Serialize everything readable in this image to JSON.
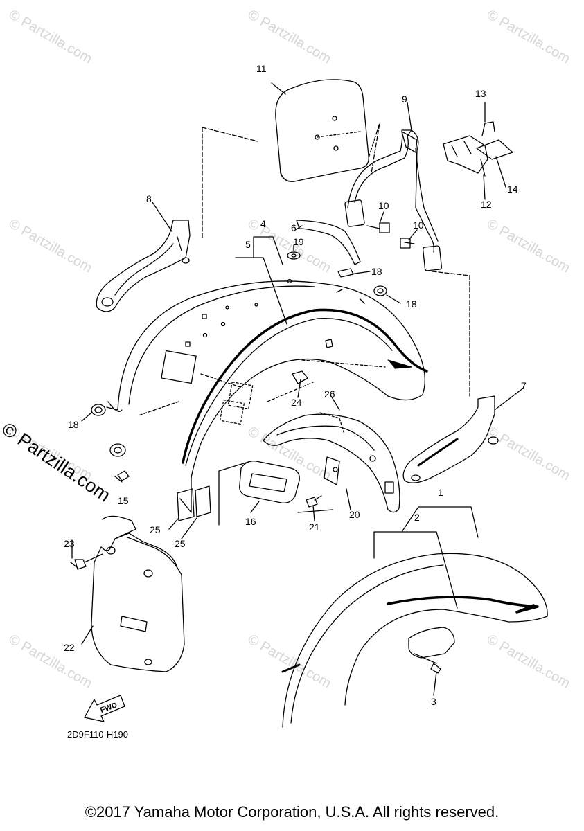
{
  "watermark": {
    "text": "© Partzilla.com",
    "side_text": "© Partzilla.com"
  },
  "callouts": [
    "1",
    "2",
    "3",
    "4",
    "5",
    "6",
    "7",
    "8",
    "9",
    "10",
    "10",
    "11",
    "12",
    "13",
    "14",
    "15",
    "16",
    "18",
    "18",
    "18",
    "19",
    "20",
    "21",
    "22",
    "23",
    "24",
    "25",
    "25",
    "26"
  ],
  "fwd_label": "FWD",
  "diagram_code": "2D9F110-H190",
  "copyright": "©2017 Yamaha Motor Corporation, U.S.A. All rights reserved."
}
